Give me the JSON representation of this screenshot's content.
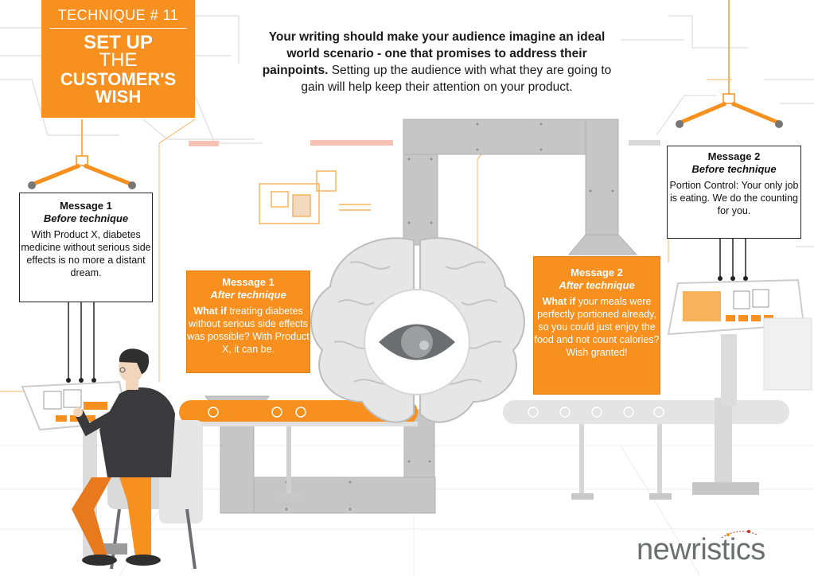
{
  "badge": {
    "technique": "TECHNIQUE # 11",
    "title_line1": "SET UP",
    "title_line2": "THE",
    "title_line3": "CUSTOMER'S",
    "title_line4": "WISH"
  },
  "intro": {
    "bold_text": "Your writing should make your audience imagine an ideal world scenario - one that promises to address their painpoints.",
    "normal_text": " Setting up the audience with what they are going to gain will help keep their attention on your product."
  },
  "message1_before": {
    "title": "Message 1",
    "subtitle": "Before technique",
    "body": "With Product X, diabetes medicine without serious side effects is no more a distant dream."
  },
  "message1_after": {
    "title": "Message 1",
    "subtitle": "After technique",
    "lead": "What if",
    "body": " treating diabetes without serious side effects was possible? With Product X, it can be."
  },
  "message2_before": {
    "title": "Message 2",
    "subtitle": "Before technique",
    "body": "Portion Control: Your only job is eating. We do the counting for you."
  },
  "message2_after": {
    "title": "Message 2",
    "subtitle": "After technique",
    "lead": "What if",
    "body": " your meals were perfectly portioned already, so you could just enjoy the food and not count calories? Wish granted!"
  },
  "logo": {
    "text": "newristics"
  },
  "colors": {
    "accent": "#f7901e",
    "pipe": "#c8c8c8",
    "text": "#1a1a1a"
  }
}
